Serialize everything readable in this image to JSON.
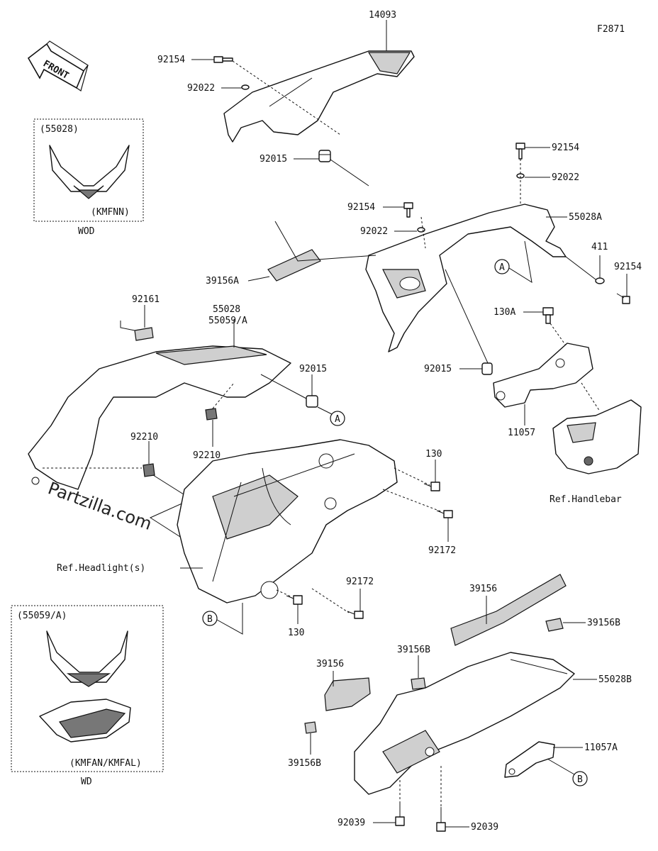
{
  "figure_code": "F2871",
  "front_label": "FRONT",
  "watermark": "Partzilla.com",
  "inset_top": {
    "group": "(55028)",
    "model": "(KMFNN)",
    "caption": "WOD"
  },
  "inset_bottom": {
    "group": "(55059/A)",
    "model": "(KMFAN/KMFAL)",
    "caption": "WD"
  },
  "refs": {
    "handlebar": "Ref.Handlebar",
    "headlight": "Ref.Headlight(s)",
    "marker_a": "A",
    "marker_b": "B"
  },
  "parts": {
    "p14093": "14093",
    "p92154_top": "92154",
    "p92022_top": "92022",
    "p92015_top": "92015",
    "p92154_r1": "92154",
    "p92022_r1": "92022",
    "p55028A": "55028A",
    "p92154_mid": "92154",
    "p92022_mid": "92022",
    "p39156A": "39156A",
    "p411": "411",
    "p92154_r2": "92154",
    "p130A": "130A",
    "p92161": "92161",
    "p55028": "55028",
    "p55059A": "55059/A",
    "p92015_mid": "92015",
    "p92015_right": "92015",
    "p11057": "11057",
    "p92210_left": "92210",
    "p92210_mid": "92210",
    "p130_upper": "130",
    "p92172_upper": "92172",
    "p92172_lower": "92172",
    "p130_lower": "130",
    "p39156_right": "39156",
    "p39156B_right": "39156B",
    "p39156B_mid": "39156B",
    "p39156_left": "39156",
    "p55028B": "55028B",
    "p11057A": "11057A",
    "p39156B_left": "39156B",
    "p92039_left": "92039",
    "p92039_right": "92039"
  }
}
